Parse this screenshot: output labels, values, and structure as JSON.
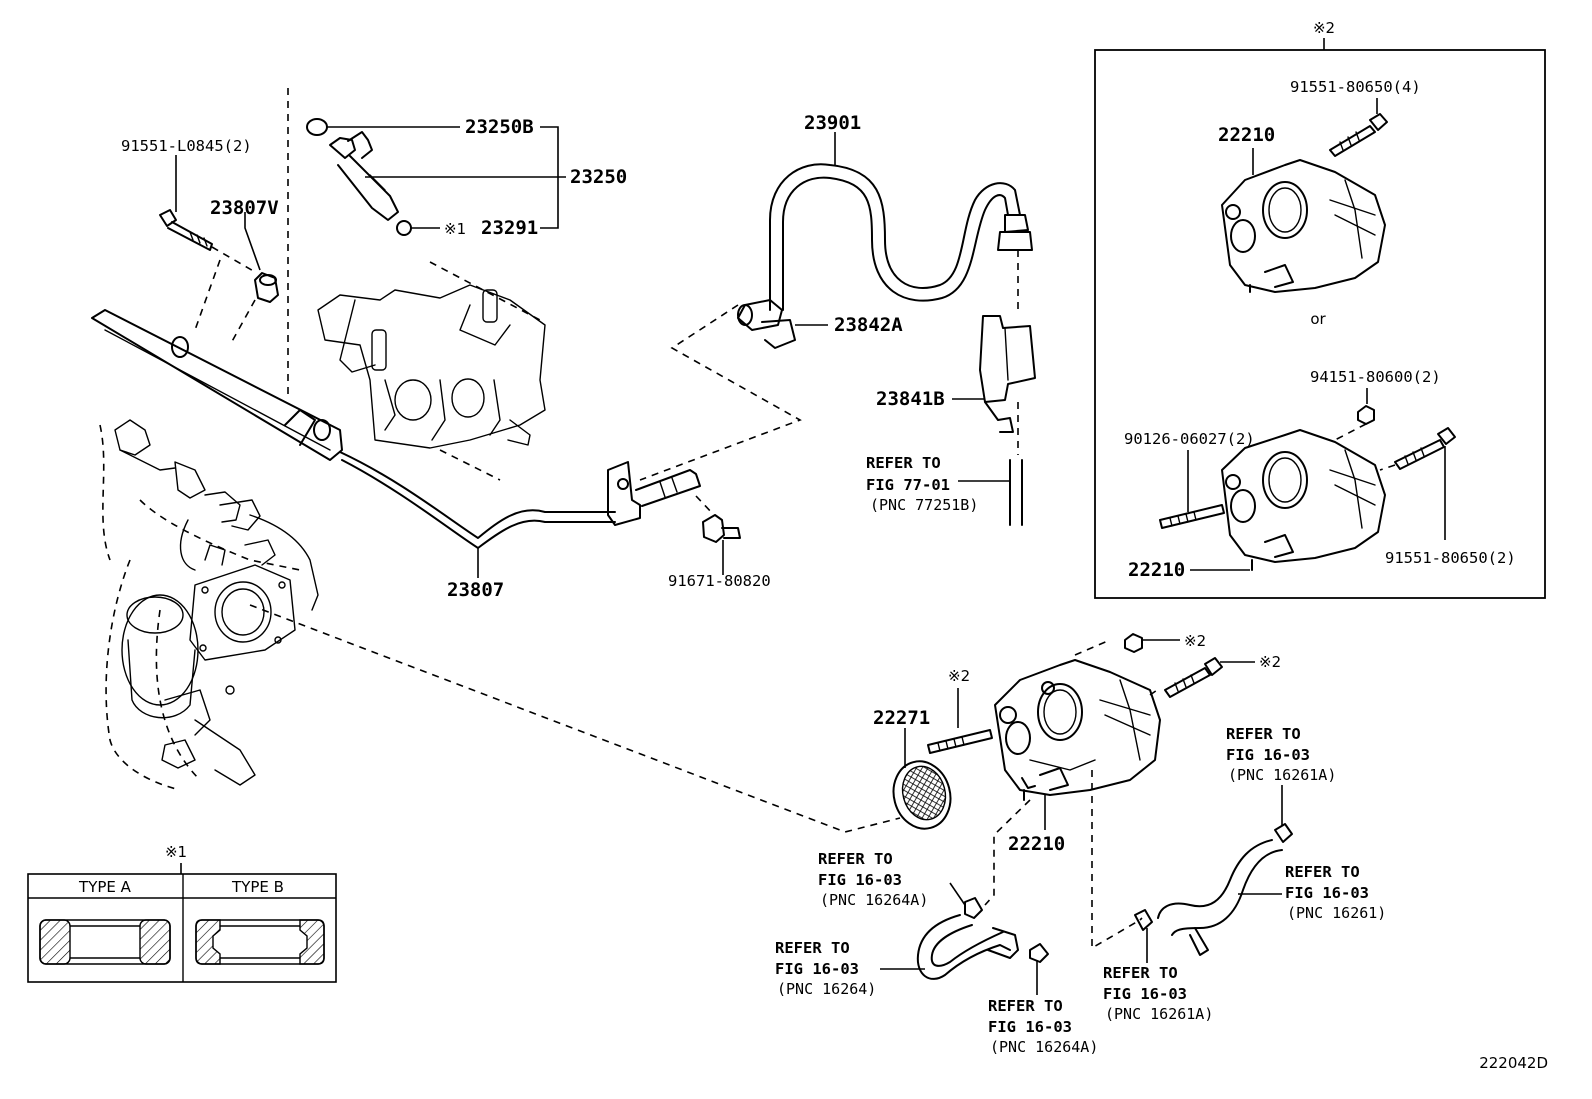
{
  "mark2_box_label": "※2",
  "mark1_inset_label": "※1",
  "inset": {
    "type_a": "TYPE A",
    "type_b": "TYPE B"
  },
  "labels": {
    "l_91551_l0845": "91551-L0845(2)",
    "l_23807v": "23807V",
    "l_23250b": "23250B",
    "l_23250": "23250",
    "l_23291_mark": "※1",
    "l_23291": "23291",
    "l_23807": "23807",
    "l_91671": "91671-80820",
    "l_23901": "23901",
    "l_23842a": "23842A",
    "l_23841b": "23841B",
    "l_box_91551_4": "91551-80650(4)",
    "l_box_22210_top": "22210",
    "l_box_or": "or",
    "l_box_94151": "94151-80600(2)",
    "l_box_90126": "90126-06027(2)",
    "l_box_91551_2": "91551-80650(2)",
    "l_box_22210_bot": "22210",
    "l_nut_mark": "※2",
    "l_bolt_mark": "※2",
    "l_stud_mark": "※2",
    "l_22271": "22271",
    "l_22210_main": "22210",
    "diagram_code": "222042D"
  },
  "refs": {
    "r_77_01": {
      "l1": "REFER TO",
      "l2": "FIG 77-01",
      "l3": "(PNC 77251B)"
    },
    "r_16261a_top": {
      "l1": "REFER TO",
      "l2": "FIG 16-03",
      "l3": "(PNC 16261A)"
    },
    "r_16264a_left": {
      "l1": "REFER TO",
      "l2": "FIG 16-03",
      "l3": "(PNC 16264A)"
    },
    "r_16261": {
      "l1": "REFER TO",
      "l2": "FIG 16-03",
      "l3": "(PNC 16261)"
    },
    "r_16264": {
      "l1": "REFER TO",
      "l2": "FIG 16-03",
      "l3": "(PNC 16264)"
    },
    "r_16261a_bot": {
      "l1": "REFER TO",
      "l2": "FIG 16-03",
      "l3": "(PNC 16261A)"
    },
    "r_16264a_bot": {
      "l1": "REFER TO",
      "l2": "FIG 16-03",
      "l3": "(PNC 16264A)"
    }
  }
}
